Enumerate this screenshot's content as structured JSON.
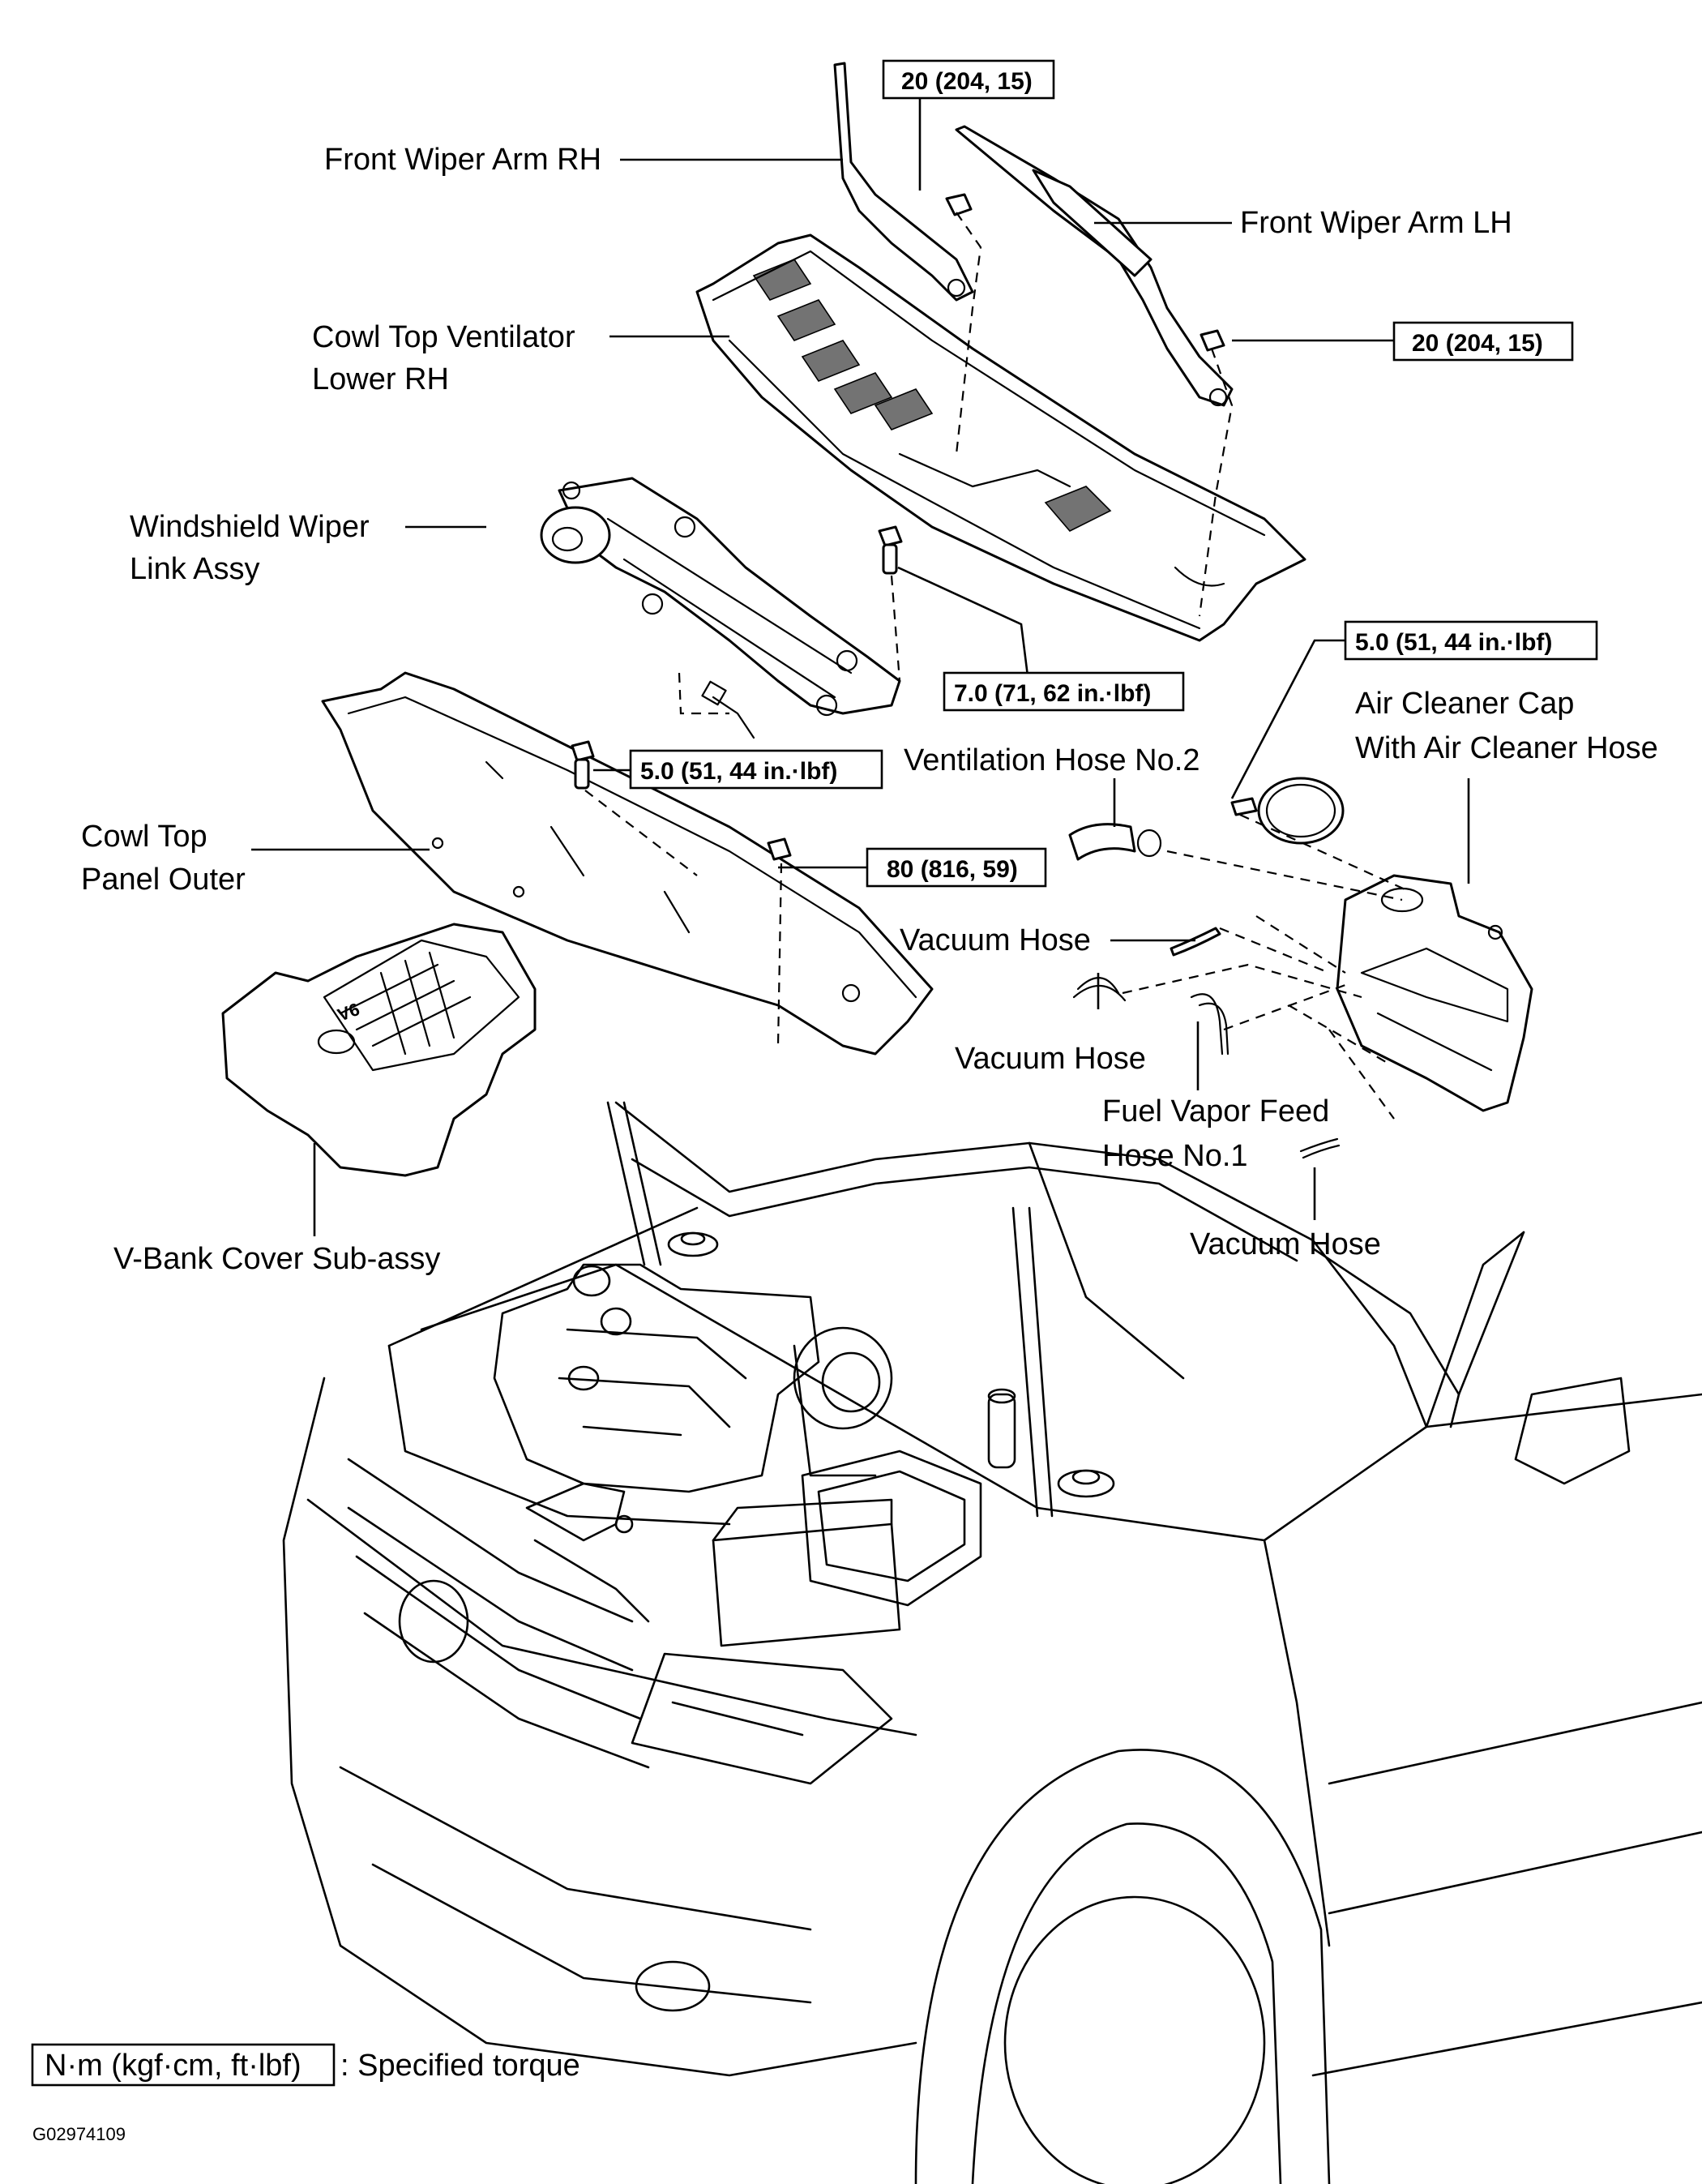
{
  "labels": {
    "front_wiper_arm_rh": "Front Wiper Arm RH",
    "front_wiper_arm_lh": "Front Wiper Arm LH",
    "cowl_top_ventilator_1": "Cowl Top Ventilator",
    "cowl_top_ventilator_2": "Lower RH",
    "windshield_wiper_1": "Windshield  Wiper",
    "windshield_wiper_2": "Link Assy",
    "ventilation_hose": "Ventilation Hose No.2",
    "air_cleaner_1": "Air Cleaner Cap",
    "air_cleaner_2": "With Air Cleaner Hose",
    "cowl_top_panel_1": "Cowl Top",
    "cowl_top_panel_2": "Panel Outer",
    "vacuum_hose_a": "Vacuum Hose",
    "vacuum_hose_b": "Vacuum Hose",
    "vacuum_hose_c": "Vacuum Hose",
    "fuel_vapor_1": "Fuel Vapor Feed",
    "fuel_vapor_2": "Hose No.1",
    "vbank_cover": "V-Bank Cover Sub-assy",
    "engine_cover_mark": "V6"
  },
  "torques": {
    "wiper_rh": "20 (204, 15)",
    "wiper_lh": "20 (204, 15)",
    "link_bolt": "7.0 (71, 62 in.·lbf)",
    "air_cleaner_clamp": "5.0 (51, 44 in.·lbf)",
    "panel_bolt": "5.0 (51, 44 in.·lbf)",
    "panel_nut": "80 (816, 59)"
  },
  "legend": {
    "unit_box": "N·m (kgf·cm, ft·lbf)",
    "text": ": Specified torque"
  },
  "figure_code": "G02974109"
}
